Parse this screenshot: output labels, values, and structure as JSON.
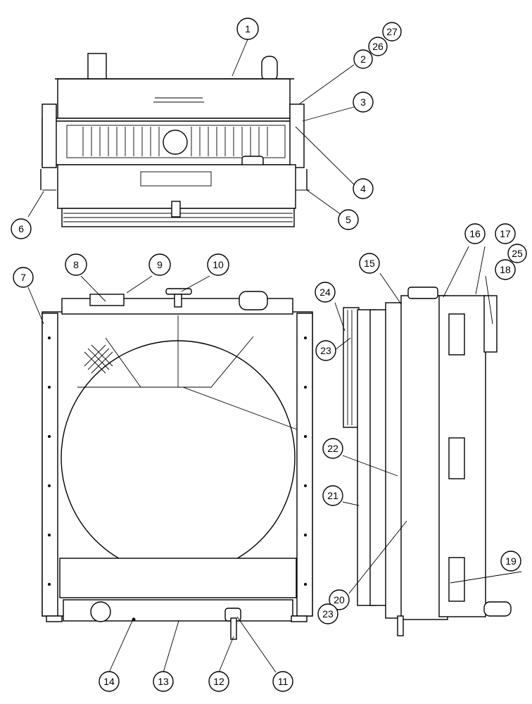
{
  "callouts": {
    "c1": "1",
    "c2": "2",
    "c3": "3",
    "c4": "4",
    "c5": "5",
    "c6": "6",
    "c7": "7",
    "c8": "8",
    "c9": "9",
    "c10": "10",
    "c11": "11",
    "c12": "12",
    "c13": "13",
    "c14": "14",
    "c15": "15",
    "c16": "16",
    "c17": "17",
    "c18": "18",
    "c19": "19",
    "c20": "20",
    "c21": "21",
    "c22": "22",
    "c23a": "23",
    "c23b": "23",
    "c24": "24",
    "c25": "25",
    "c26": "26",
    "c27": "27"
  }
}
